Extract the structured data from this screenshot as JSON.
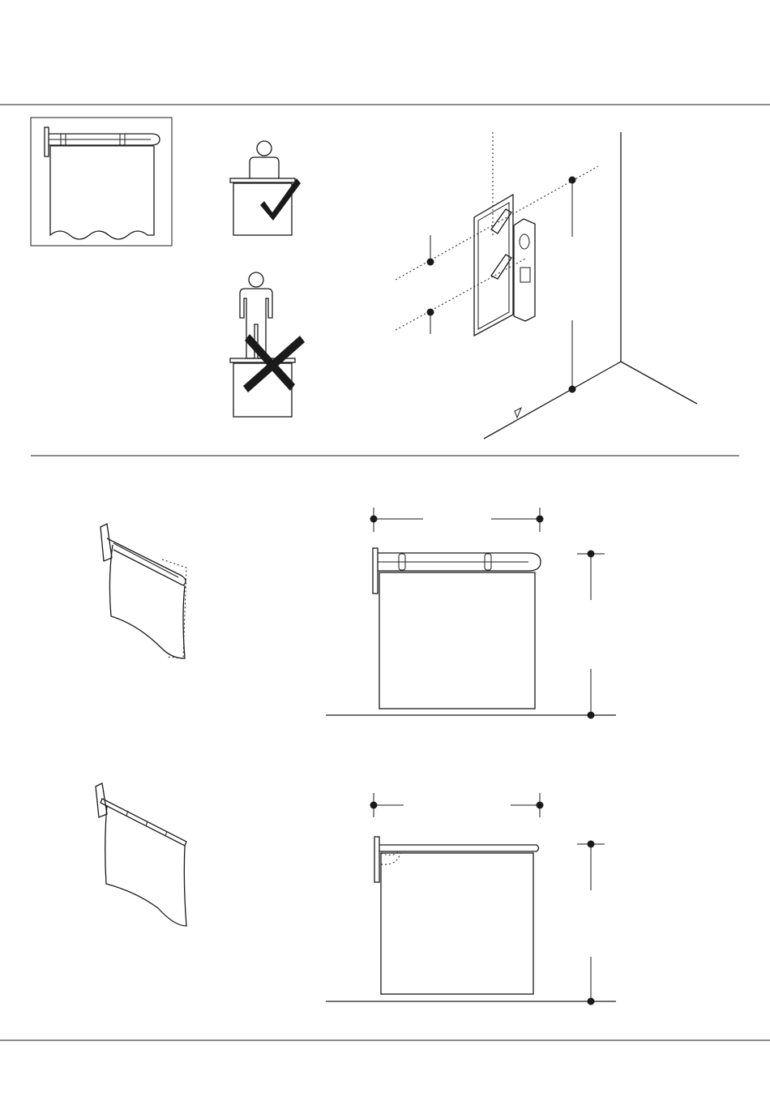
{
  "figure": {
    "panels": [
      {
        "id": "installed-curtain-overview"
      },
      {
        "id": "correct-usage-seated"
      },
      {
        "id": "incorrect-usage-standing"
      },
      {
        "id": "wall-drilling-with-template"
      },
      {
        "id": "fold-up-rail-perspective"
      },
      {
        "id": "fold-up-rail-dimensions"
      },
      {
        "id": "straight-rail-perspective"
      },
      {
        "id": "straight-rail-dimensions"
      }
    ],
    "symbols": {
      "correct": "check-mark-icon",
      "incorrect": "cross-mark-icon",
      "level_marker": "triangle-marker-icon"
    },
    "colors": {
      "ink": "#1a1a1a",
      "paper": "#ffffff"
    }
  }
}
